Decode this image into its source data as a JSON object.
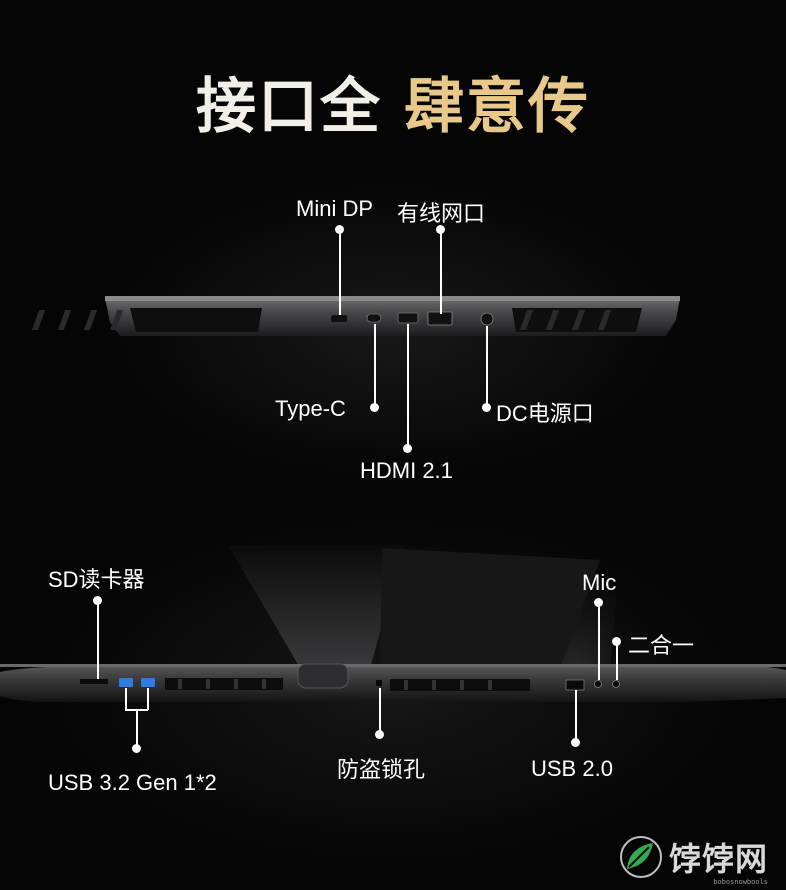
{
  "headline": {
    "part1": "接口全",
    "part2": "肆意传"
  },
  "rear_ports": {
    "mini_dp": "Mini DP",
    "ethernet": "有线网口",
    "type_c": "Type-C",
    "dc_power": "DC电源口",
    "hdmi": "HDMI 2.1"
  },
  "side_ports": {
    "sd_reader": "SD读卡器",
    "usb32": "USB 3.2 Gen 1*2",
    "lock": "防盗锁孔",
    "usb20": "USB 2.0",
    "mic": "Mic",
    "combo": "二合一"
  },
  "watermark": {
    "text": "饽饽网",
    "sub": "bobosnowbools"
  },
  "colors": {
    "headline_light": "#f2efe8",
    "headline_gold": "#e8c98a",
    "usb_blue": "#2f7de1"
  }
}
